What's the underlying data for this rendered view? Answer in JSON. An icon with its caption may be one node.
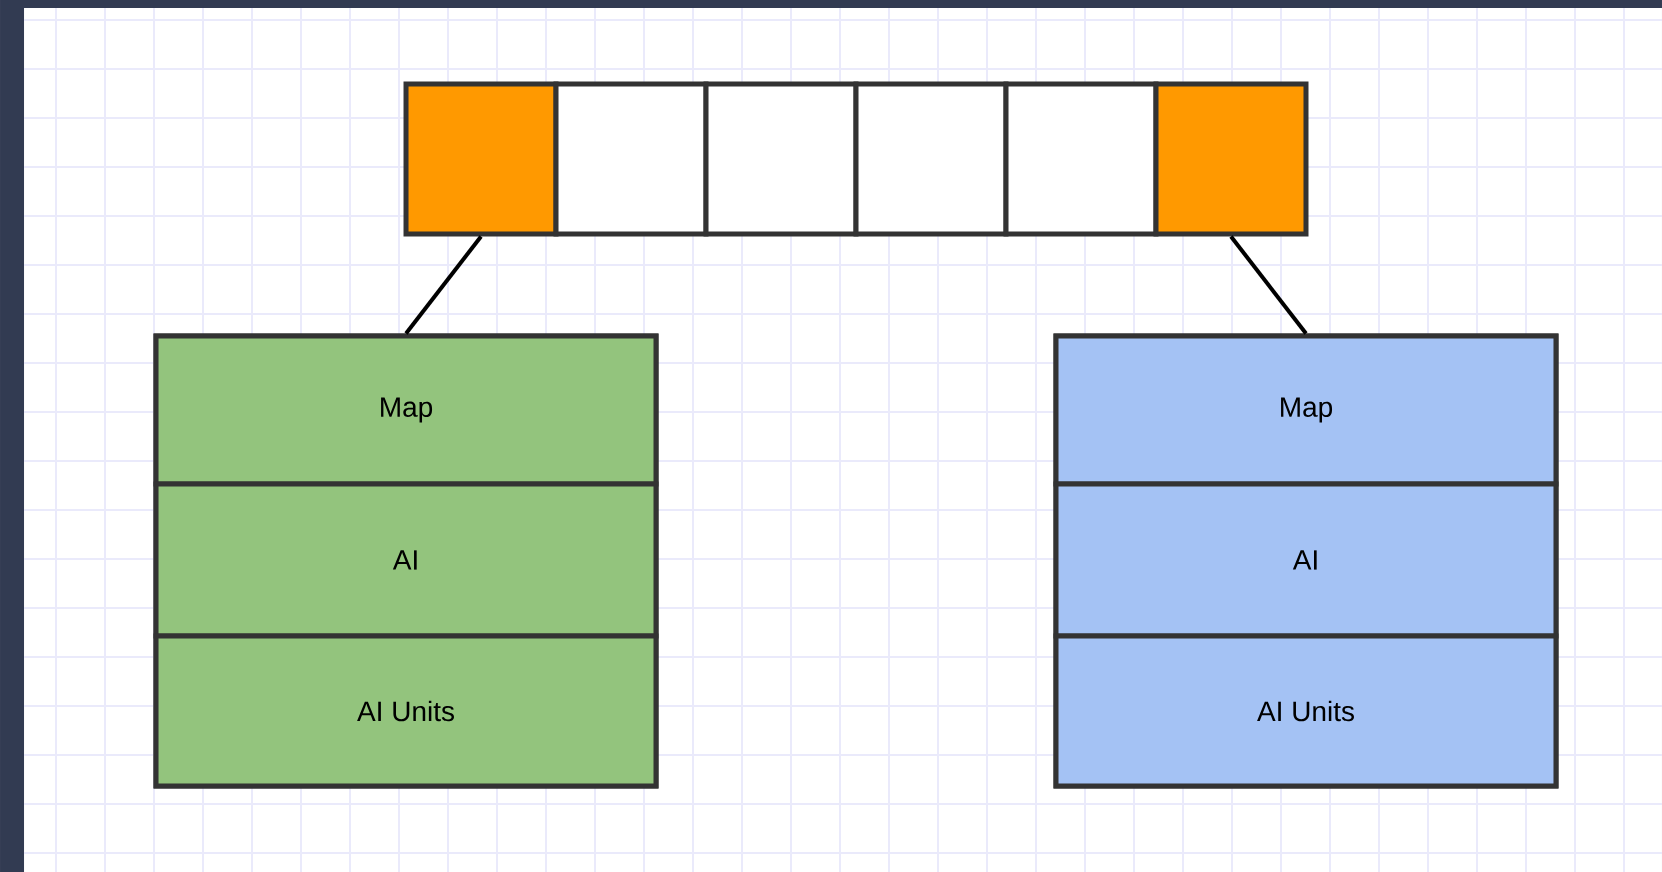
{
  "diagram": {
    "nodes": [
      {
        "text": [],
        "shape": "box"
      },
      {
        "text": [],
        "shape": "box"
      },
      {
        "text": [],
        "shape": "box"
      },
      {
        "text": [],
        "shape": "box"
      },
      {
        "text": [],
        "shape": "box"
      },
      {
        "text": [],
        "shape": "box"
      },
      {
        "text": [],
        "shape": "box"
      },
      {
        "text": [
          "Map"
        ],
        "in": 6
      },
      {
        "text": [
          "AI"
        ],
        "in": 6
      },
      {
        "text": [
          "AI Units"
        ],
        "in": 6
      },
      {
        "text": [],
        "shape": "box"
      },
      {
        "text": [
          "Map"
        ],
        "in": 10
      },
      {
        "text": [
          "AI"
        ],
        "in": 10
      },
      {
        "text": [
          "AI Units"
        ],
        "in": 10
      }
    ],
    "edges": [
      {
        "from": 0,
        "to": 6,
        "arrow": "none"
      },
      {
        "from": 5,
        "to": 10,
        "arrow": "none"
      }
    ]
  }
}
